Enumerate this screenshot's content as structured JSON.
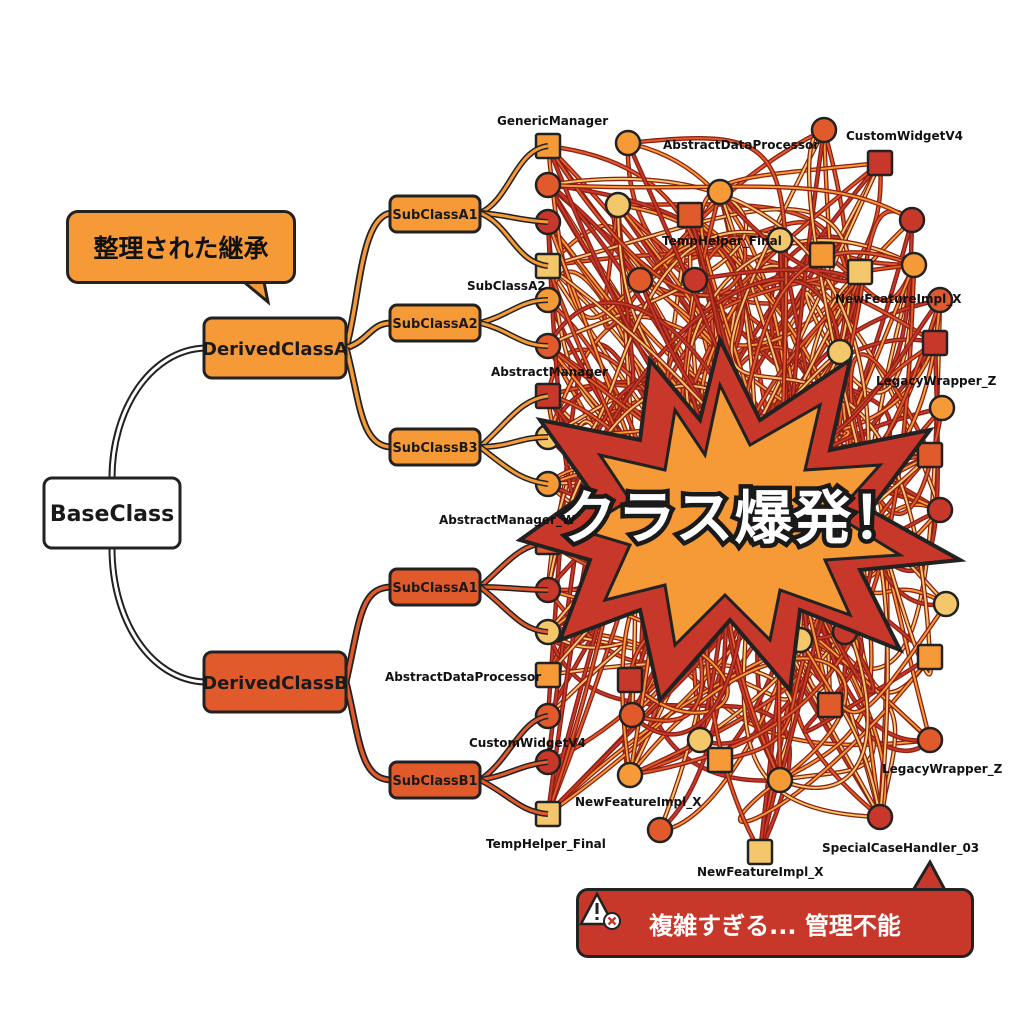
{
  "colors": {
    "orange": "#f59a36",
    "red_orange": "#e05a2c",
    "red": "#c8382a",
    "yellow": "#f3c76a",
    "dark_red": "#8c1f12",
    "outline": "#222222"
  },
  "tree": {
    "base": "BaseClass",
    "derived_a": "DerivedClassA",
    "derived_b": "DerivedClassB",
    "sub_a": [
      "SubClassA1",
      "SubClassA2",
      "SubClassB3"
    ],
    "sub_b": [
      "SubClassA1",
      "SubClassB1"
    ]
  },
  "labels": {
    "generic_manager": "GenericManager",
    "abstract_data_processor_top": "AbstractDataProcessor",
    "custom_widget_top": "CustomWidgetV4",
    "temp_helper_top": "TempHelper_Final",
    "subclass_a2_small": "SubClassA2",
    "new_feature_top": "NewFeatureImpl_X",
    "abstract_manager_1": "AbstractManager",
    "legacy_wrapper_top": "LegacyWrapper_Z",
    "abstract_manager_2": "AbstractManager_W",
    "abstract_data_processor_mid": "AbstractDataProcessor",
    "custom_widget_bottom": "CustomWidgetV4",
    "legacy_wrapper_bottom": "LegacyWrapper_Z",
    "new_feature_mid": "NewFeatureImpl_X",
    "temp_helper_bottom": "TempHelper_Final",
    "special_case": "SpecialCaseHandler_03",
    "new_feature_bottom": "NewFeatureImpl_X"
  },
  "bubbles": {
    "organized": "整理された継承",
    "explosion": "クラス爆発！",
    "warning": "複雑すぎる... 管理不能"
  }
}
